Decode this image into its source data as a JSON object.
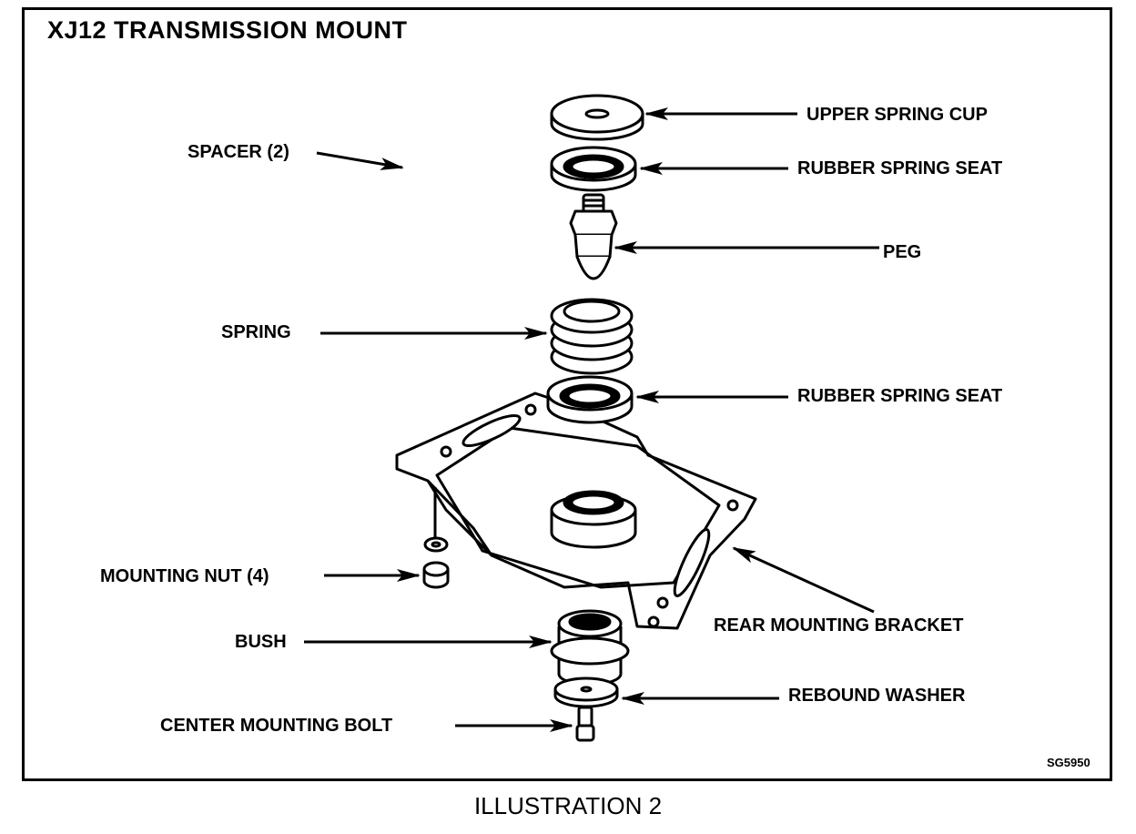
{
  "title": "XJ12 TRANSMISSION MOUNT",
  "labels": {
    "upper_spring_cup": "UPPER SPRING CUP",
    "rubber_spring_seat_top": "RUBBER SPRING SEAT",
    "spacer": "SPACER (2)",
    "peg": "PEG",
    "spring": "SPRING",
    "rubber_spring_seat_bottom": "RUBBER SPRING SEAT",
    "mounting_nut": "MOUNTING NUT (4)",
    "rear_mounting_bracket": "REAR MOUNTING BRACKET",
    "bush": "BUSH",
    "rebound_washer": "REBOUND WASHER",
    "center_mounting_bolt": "CENTER MOUNTING BOLT"
  },
  "figure_code": "SG5950",
  "caption": "ILLUSTRATION 2"
}
